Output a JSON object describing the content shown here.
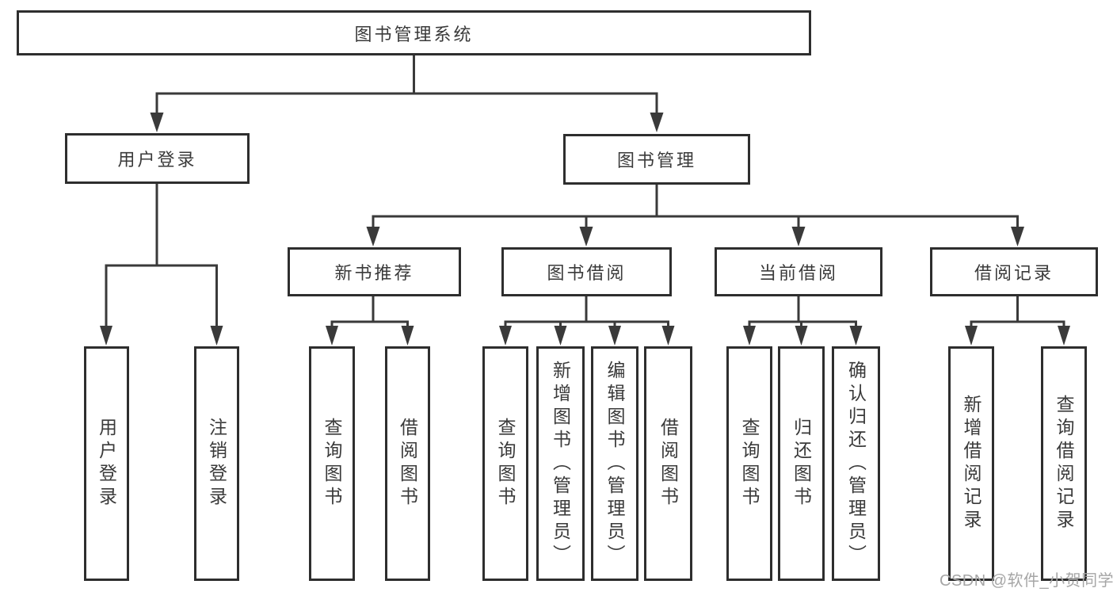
{
  "diagram": {
    "type": "hierarchy-tree",
    "watermark": "CSDN @软件_小贺同学",
    "colors": {
      "line": "#3a3a3a",
      "box_border": "#2e2e2e",
      "text": "#3a3a3a",
      "background": "#ffffff",
      "watermark": "#a6a6a6"
    },
    "nodes": {
      "root": "图书管理系统",
      "user_login": "用户登录",
      "book_mgmt": "图书管理",
      "new_book": "新书推荐",
      "book_borrow": "图书借阅",
      "current_borrow": "当前借阅",
      "borrow_record": "借阅记录",
      "leaf_user_login": "用户登录",
      "leaf_logout": "注销登录",
      "leaf_nb_query": "查询图书",
      "leaf_nb_borrow": "借阅图书",
      "leaf_bb_query": "查询图书",
      "leaf_bb_add": "新增图书（管理员）",
      "leaf_bb_edit": "编辑图书（管理员）",
      "leaf_bb_borrow": "借阅图书",
      "leaf_cb_query": "查询图书",
      "leaf_cb_return": "归还图书",
      "leaf_cb_confirm": "确认归还（管理员）",
      "leaf_br_add": "新增借阅记录",
      "leaf_br_query": "查询借阅记录"
    },
    "edges": [
      {
        "from": "root",
        "to": "user_login"
      },
      {
        "from": "root",
        "to": "book_mgmt"
      },
      {
        "from": "user_login",
        "to": "leaf_user_login"
      },
      {
        "from": "user_login",
        "to": "leaf_logout"
      },
      {
        "from": "book_mgmt",
        "to": "new_book"
      },
      {
        "from": "book_mgmt",
        "to": "book_borrow"
      },
      {
        "from": "book_mgmt",
        "to": "current_borrow"
      },
      {
        "from": "book_mgmt",
        "to": "borrow_record"
      },
      {
        "from": "new_book",
        "to": "leaf_nb_query"
      },
      {
        "from": "new_book",
        "to": "leaf_nb_borrow"
      },
      {
        "from": "book_borrow",
        "to": "leaf_bb_query"
      },
      {
        "from": "book_borrow",
        "to": "leaf_bb_add"
      },
      {
        "from": "book_borrow",
        "to": "leaf_bb_edit"
      },
      {
        "from": "book_borrow",
        "to": "leaf_bb_borrow"
      },
      {
        "from": "current_borrow",
        "to": "leaf_cb_query"
      },
      {
        "from": "current_borrow",
        "to": "leaf_cb_return"
      },
      {
        "from": "current_borrow",
        "to": "leaf_cb_confirm"
      },
      {
        "from": "borrow_record",
        "to": "leaf_br_add"
      },
      {
        "from": "borrow_record",
        "to": "leaf_br_query"
      }
    ]
  }
}
